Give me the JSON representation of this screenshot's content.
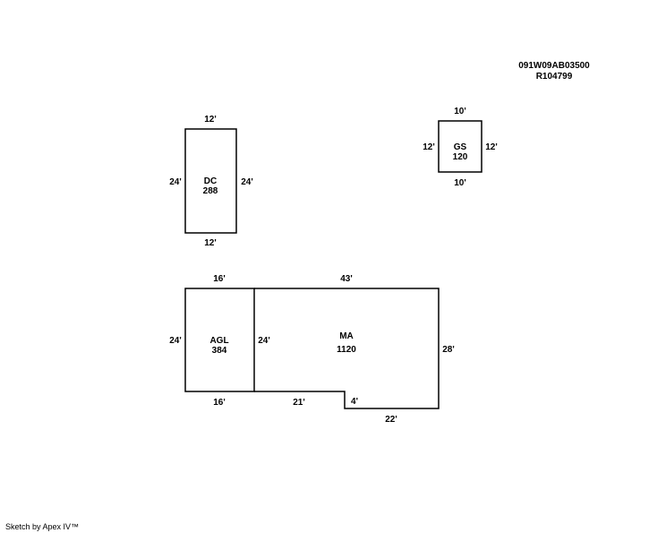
{
  "parcel": {
    "id": "091W09AB03500",
    "account": "R104799"
  },
  "areas": {
    "dc": {
      "name": "DC",
      "sqft": "288",
      "top": "12'",
      "bottom": "12'",
      "left": "24'",
      "right": "24'"
    },
    "gs": {
      "name": "GS",
      "sqft": "120",
      "top": "10'",
      "bottom": "10'",
      "left": "12'",
      "right": "12'"
    },
    "agl": {
      "name": "AGL",
      "sqft": "384",
      "top": "16'",
      "bottom": "16'",
      "left": "24'",
      "right": "24'"
    },
    "ma": {
      "name": "MA",
      "sqft": "1120",
      "top": "43'",
      "right": "28'",
      "bottom_step": "21'",
      "notch": "4'",
      "bottom": "22'"
    }
  },
  "footer": "Sketch by Apex IV™"
}
